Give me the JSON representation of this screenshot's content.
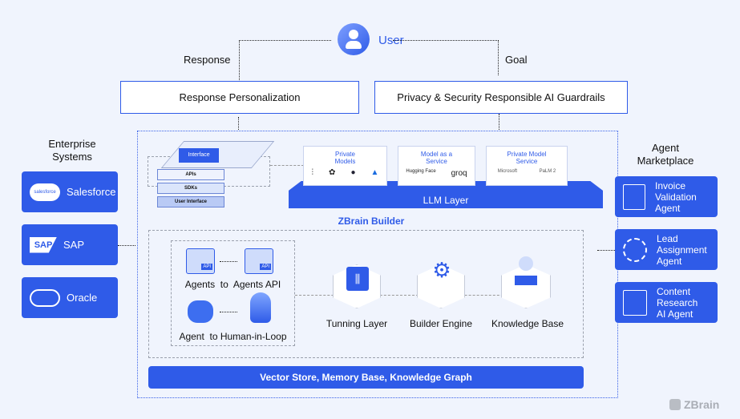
{
  "user": {
    "label": "User",
    "icon": "user-icon"
  },
  "flow": {
    "response": "Response",
    "goal": "Goal"
  },
  "top_boxes": [
    "Response Personalization",
    "Privacy & Security Responsible AI Guardrails"
  ],
  "enterprise": {
    "title_line1": "Enterprise",
    "title_line2": "Systems",
    "items": [
      "Salesforce",
      "SAP",
      "Oracle"
    ]
  },
  "marketplace": {
    "title_line1": "Agent",
    "title_line2": "Marketplace",
    "items": [
      {
        "l1": "Invoice",
        "l2": "Validation",
        "l3": "Agent",
        "icon": "invoice-icon"
      },
      {
        "l1": "Lead",
        "l2": "Assignment",
        "l3": "Agent",
        "icon": "gears-icon"
      },
      {
        "l1": "Content",
        "l2": "Research",
        "l3": "AI Agent",
        "icon": "document-edit-icon"
      }
    ]
  },
  "stack": {
    "interface": "Interface",
    "apis": "APIs",
    "sdks": "SDKs",
    "ui": "User Interface"
  },
  "llm": {
    "label": "LLM Layer",
    "cards": [
      {
        "title_l1": "Private",
        "title_l2": "Models",
        "logos": [
          "llama",
          "openai",
          "mistral",
          "azure"
        ]
      },
      {
        "title_l1": "Model as a",
        "title_l2": "Service",
        "logos": [
          "Hugging Face",
          "groq"
        ]
      },
      {
        "title_l1": "Private Model",
        "title_l2": "Service",
        "logos": [
          "Microsoft",
          "PaLM 2"
        ]
      }
    ]
  },
  "builder": {
    "label": "ZBrain Builder",
    "a2a": "Agents  to  Agents API",
    "a2h": "Agent  to Human-in-Loop",
    "api_tag": "API",
    "components": [
      "Tunning Layer",
      "Builder Engine",
      "Knowledge Base"
    ]
  },
  "bottom_bar": "Vector Store, Memory Base, Knowledge Graph",
  "brand": "ZBrain",
  "colors": {
    "primary": "#2f5be8",
    "background": "#f0f4fd"
  }
}
